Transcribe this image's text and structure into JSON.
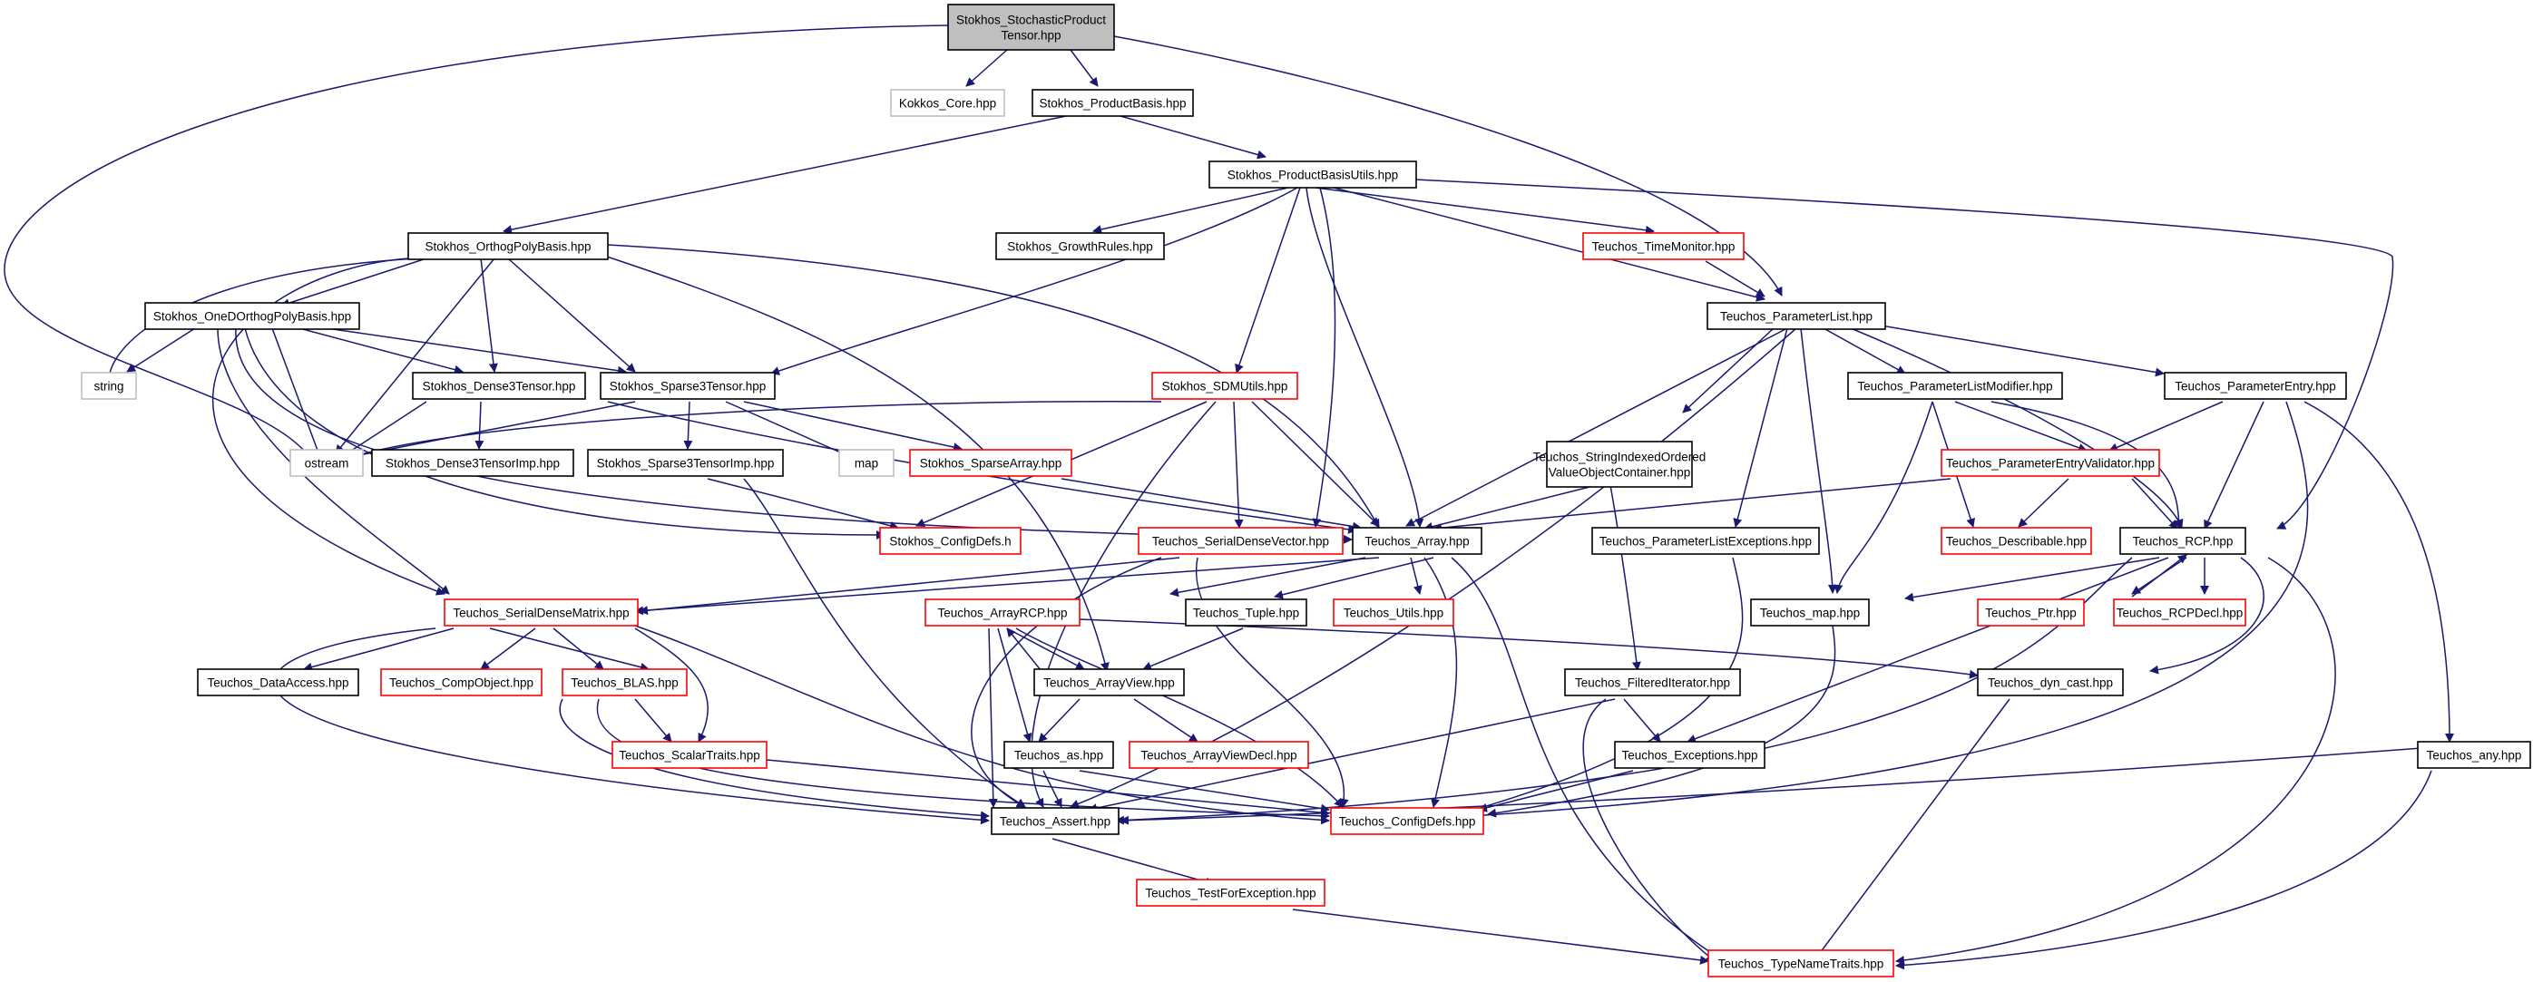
{
  "colors": {
    "edge": "#191970",
    "root_fill": "#bfbfbf",
    "node_border": "#000000",
    "incomplete_border": "#ff0000",
    "external_border": "#bfbfbf"
  },
  "nodes": {
    "root_l1": "Stokhos_StochasticProduct",
    "root_l2": "Tensor.hpp",
    "kokkos_core": "Kokkos_Core.hpp",
    "product_basis": "Stokhos_ProductBasis.hpp",
    "product_basis_utils": "Stokhos_ProductBasisUtils.hpp",
    "orthog_poly_basis": "Stokhos_OrthogPolyBasis.hpp",
    "growth_rules": "Stokhos_GrowthRules.hpp",
    "time_monitor": "Teuchos_TimeMonitor.hpp",
    "parameter_list": "Teuchos_ParameterList.hpp",
    "oned_orthog": "Stokhos_OneDOrthogPolyBasis.hpp",
    "string": "string",
    "dense3_tensor": "Stokhos_Dense3Tensor.hpp",
    "sparse3_tensor": "Stokhos_Sparse3Tensor.hpp",
    "sdm_utils": "Stokhos_SDMUtils.hpp",
    "param_list_modifier": "Teuchos_ParameterListModifier.hpp",
    "param_entry": "Teuchos_ParameterEntry.hpp",
    "ostream": "ostream",
    "dense3_tensor_imp": "Stokhos_Dense3TensorImp.hpp",
    "sparse3_tensor_imp": "Stokhos_Sparse3TensorImp.hpp",
    "map_std": "map",
    "sparse_array": "Stokhos_SparseArray.hpp",
    "sivoc_l1": "Teuchos_StringIndexedOrdered",
    "sivoc_l2": "ValueObjectContainer.hpp",
    "param_entry_validator": "Teuchos_ParameterEntryValidator.hpp",
    "stokhos_configdefs": "Stokhos_ConfigDefs.h",
    "serial_dense_vector": "Teuchos_SerialDenseVector.hpp",
    "teuchos_array": "Teuchos_Array.hpp",
    "param_list_exceptions": "Teuchos_ParameterListExceptions.hpp",
    "describable": "Teuchos_Describable.hpp",
    "rcp": "Teuchos_RCP.hpp",
    "serial_dense_matrix": "Teuchos_SerialDenseMatrix.hpp",
    "array_rcp": "Teuchos_ArrayRCP.hpp",
    "tuple": "Teuchos_Tuple.hpp",
    "utils": "Teuchos_Utils.hpp",
    "teuchos_map": "Teuchos_map.hpp",
    "ptr": "Teuchos_Ptr.hpp",
    "rcp_decl": "Teuchos_RCPDecl.hpp",
    "data_access": "Teuchos_DataAccess.hpp",
    "comp_object": "Teuchos_CompObject.hpp",
    "blas": "Teuchos_BLAS.hpp",
    "array_view": "Teuchos_ArrayView.hpp",
    "filtered_iterator": "Teuchos_FilteredIterator.hpp",
    "dyn_cast": "Teuchos_dyn_cast.hpp",
    "scalar_traits": "Teuchos_ScalarTraits.hpp",
    "as": "Teuchos_as.hpp",
    "array_view_decl": "Teuchos_ArrayViewDecl.hpp",
    "exceptions": "Teuchos_Exceptions.hpp",
    "any": "Teuchos_any.hpp",
    "assert": "Teuchos_Assert.hpp",
    "teuchos_configdefs": "Teuchos_ConfigDefs.hpp",
    "test_for_exception": "Teuchos_TestForException.hpp",
    "type_name_traits": "Teuchos_TypeNameTraits.hpp"
  }
}
